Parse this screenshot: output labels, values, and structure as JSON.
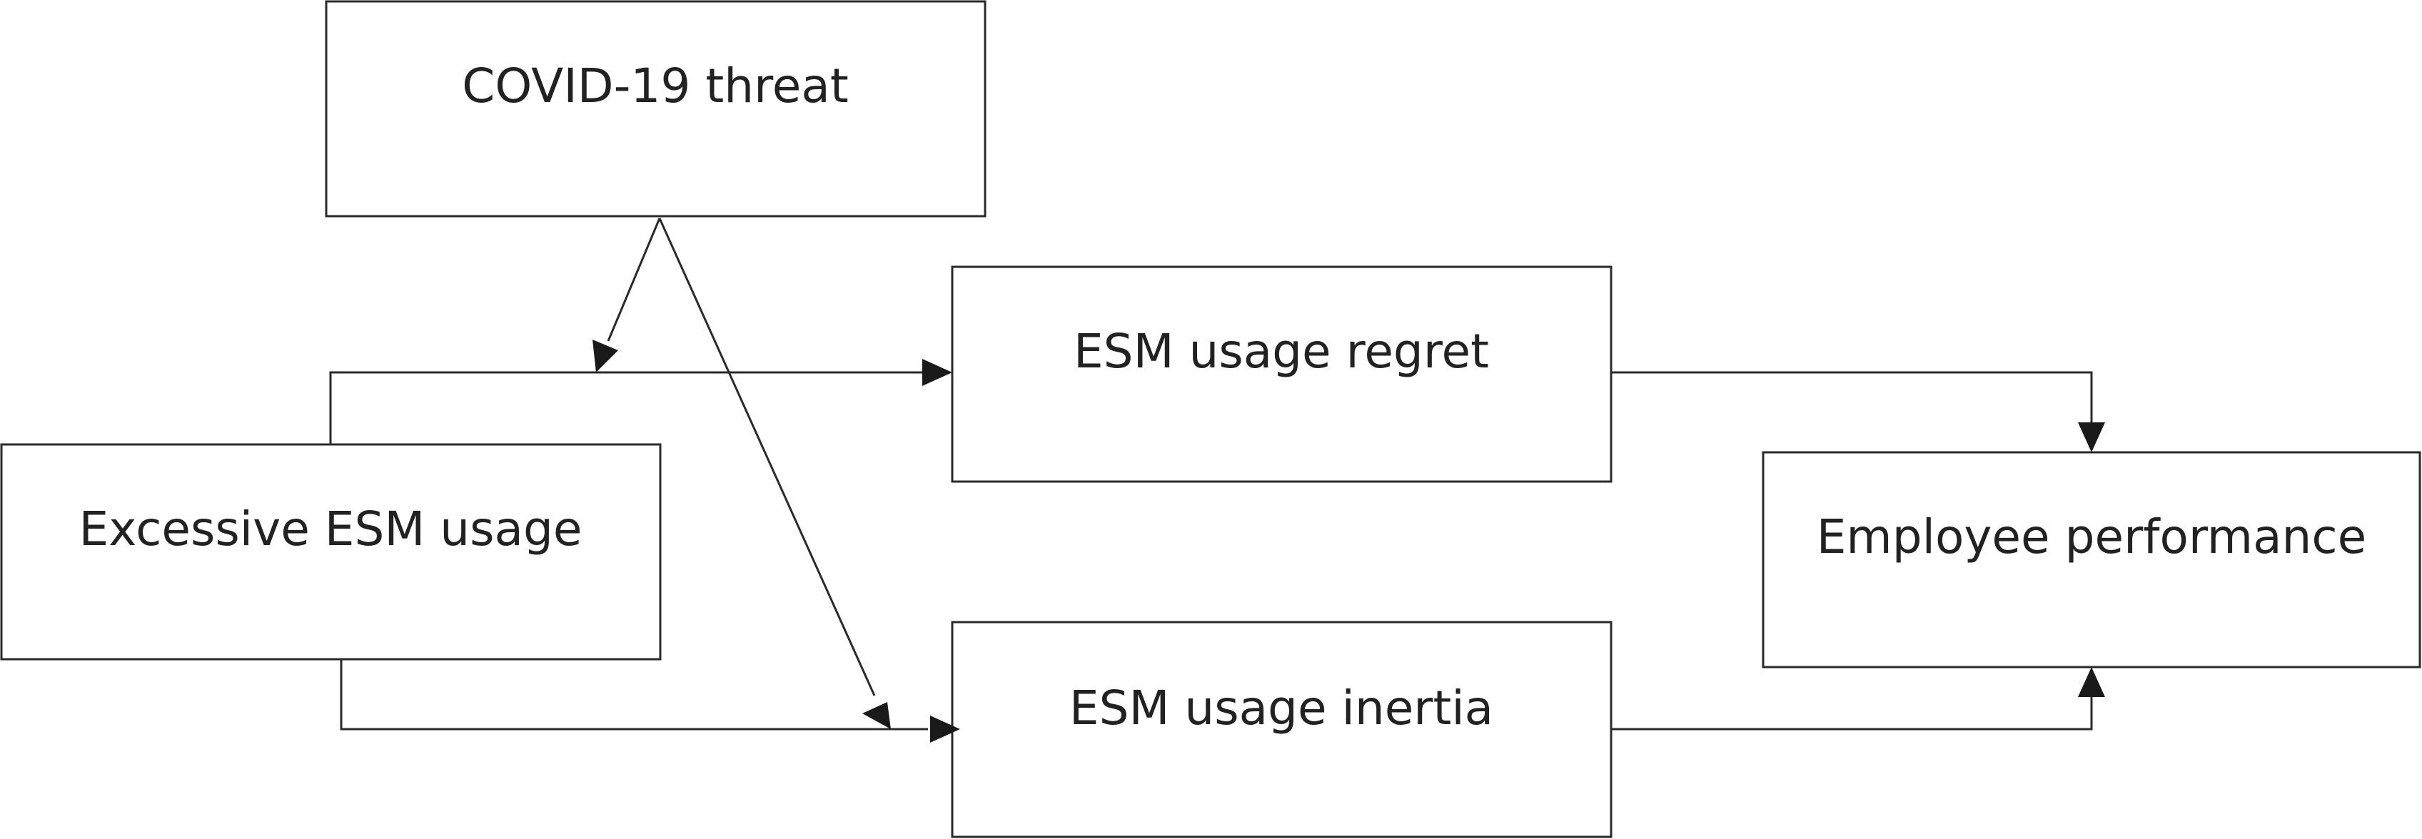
{
  "diagram": {
    "nodes": {
      "covid_threat": {
        "label": "COVID-19 threat"
      },
      "excessive_esm_usage": {
        "label": "Excessive ESM usage"
      },
      "esm_usage_regret": {
        "label": "ESM usage regret"
      },
      "esm_usage_inertia": {
        "label": "ESM usage inertia"
      },
      "employee_performance": {
        "label": "Employee performance"
      }
    },
    "edges": [
      {
        "from": "excessive_esm_usage",
        "to": "esm_usage_regret"
      },
      {
        "from": "excessive_esm_usage",
        "to": "esm_usage_inertia"
      },
      {
        "from": "esm_usage_regret",
        "to": "employee_performance"
      },
      {
        "from": "esm_usage_inertia",
        "to": "employee_performance"
      },
      {
        "from": "covid_threat",
        "to": "excessive_esm_usage -> esm_usage_regret",
        "kind": "moderation"
      },
      {
        "from": "covid_threat",
        "to": "excessive_esm_usage -> esm_usage_inertia",
        "kind": "moderation"
      }
    ],
    "colors": {
      "line": "#2a2a2a",
      "text": "#222222",
      "background": "#ffffff"
    }
  }
}
